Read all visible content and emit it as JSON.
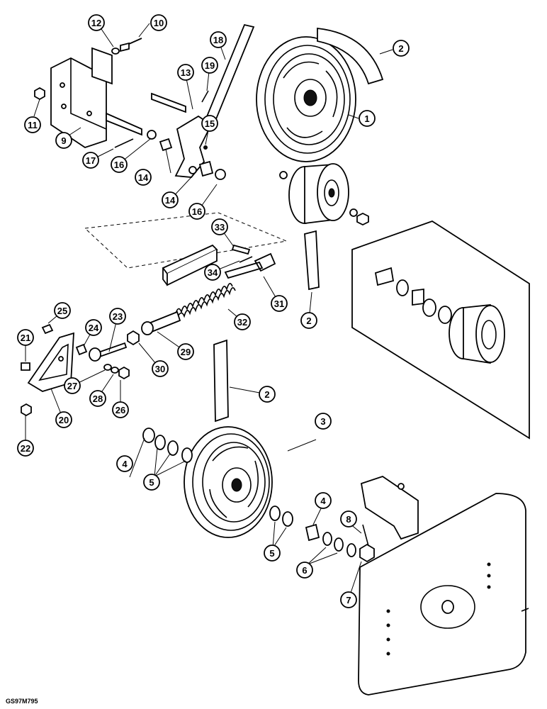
{
  "figure_code": "GS97M795",
  "callouts": [
    "1",
    "2",
    "3",
    "4",
    "5",
    "6",
    "7",
    "8",
    "9",
    "10",
    "11",
    "12",
    "13",
    "14",
    "15",
    "16",
    "17",
    "18",
    "19",
    "20",
    "21",
    "22",
    "23",
    "24",
    "25",
    "26",
    "27",
    "28",
    "29",
    "30",
    "31",
    "32",
    "33",
    "34"
  ]
}
